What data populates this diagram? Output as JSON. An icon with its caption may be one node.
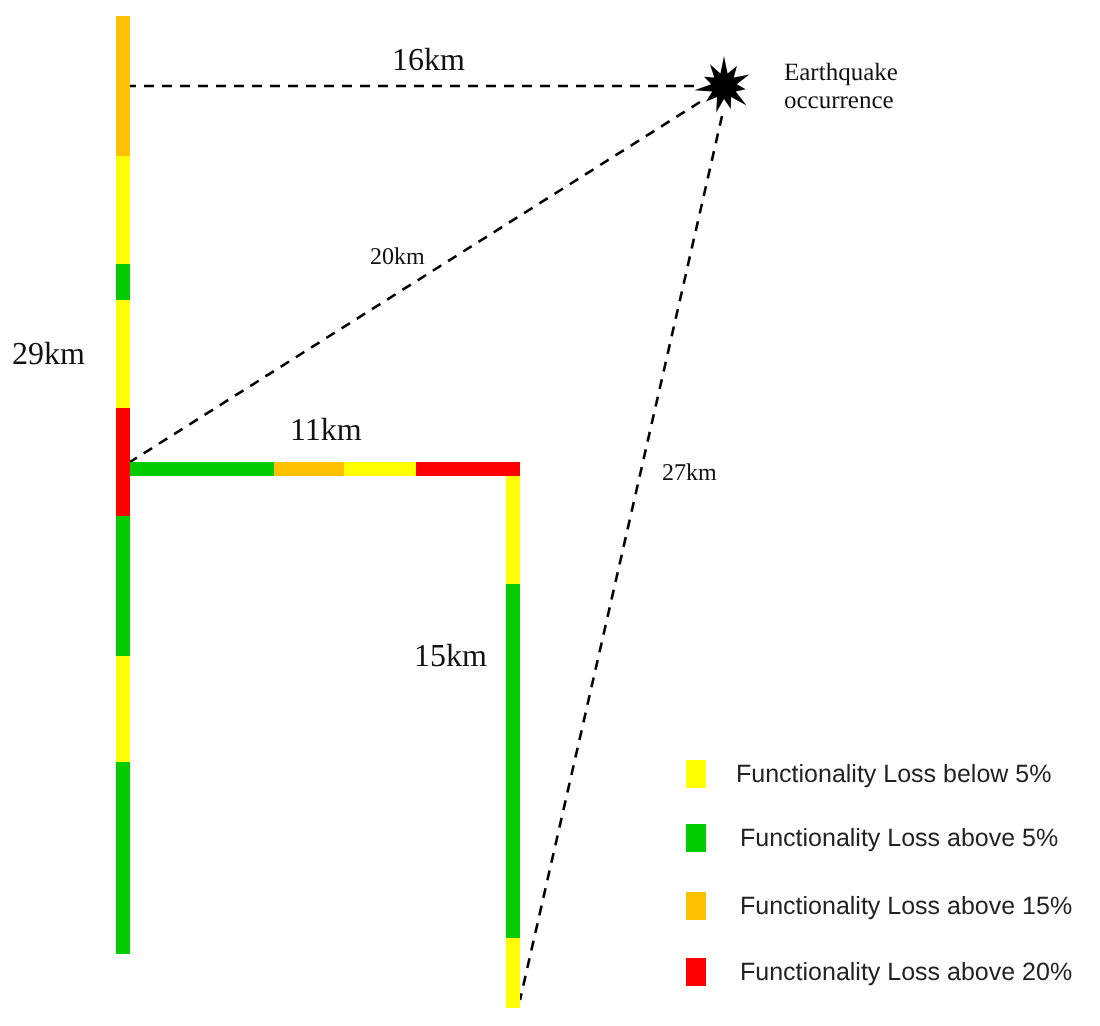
{
  "diagram": {
    "nodes": [
      {
        "text": [],
        "shape": "star",
        "beside": [
          "Earthquake occurrence"
        ]
      },
      {
        "text": [],
        "shape": "bar",
        "beside": [
          "29km"
        ]
      },
      {
        "text": [],
        "shape": "bar",
        "beside": [
          "11km"
        ]
      },
      {
        "text": [],
        "shape": "bar",
        "beside": [
          "15km"
        ]
      }
    ],
    "edges": [
      {
        "from": 0,
        "to": 1,
        "arrow": "none",
        "style": "dashed",
        "label": "16km"
      },
      {
        "from": 0,
        "to": 2,
        "arrow": "none",
        "style": "dashed",
        "label": "20km"
      },
      {
        "from": 0,
        "to": 3,
        "arrow": "none",
        "style": "dashed",
        "label": "27km"
      }
    ],
    "legend": [
      {
        "text": "Functionality Loss below 5%",
        "color": "#ffff00"
      },
      {
        "text": "Functionality Loss above 5%",
        "color": "#00cc00"
      },
      {
        "text": "Functionality Loss above 15%",
        "color": "#ffc000"
      },
      {
        "text": "Functionality Loss above 20%",
        "color": "#ff0000"
      }
    ]
  }
}
